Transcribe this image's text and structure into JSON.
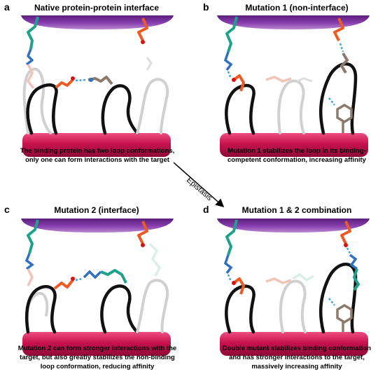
{
  "colors": {
    "target_protein": "#7a2e9a",
    "binder_protein": "#c8124f",
    "loop": "#111111",
    "lysine": "#1fa28c",
    "acidic": "#ee5a24",
    "aromatic": "#8c7a6b",
    "hbond": "#3aa6dd"
  },
  "panels": [
    {
      "label": "a",
      "title": "Native protein-protein interface",
      "caption": [
        "The binding protein has two loop conformations,",
        "only one can form interactions with the target"
      ]
    },
    {
      "label": "b",
      "title": "Mutation 1 (non-interface)",
      "caption": [
        "Mutation 1 stabilizes the loop in its binding-",
        "competent conformation, increasing affinity"
      ]
    },
    {
      "label": "c",
      "title": "Mutation 2 (interface)",
      "caption": [
        "Mutation 2 can form stronger interactions with the",
        "target, but also greatly stabilizes the non-binding",
        "loop conformation, reducing affinity"
      ]
    },
    {
      "label": "d",
      "title": "Mutation 1 & 2 combination",
      "caption": [
        "Double mutant stabilizes binding conformation",
        "and has stronger interactions to the target,",
        "massively increasing affinity"
      ]
    }
  ],
  "arrow_label": "Epistasis"
}
